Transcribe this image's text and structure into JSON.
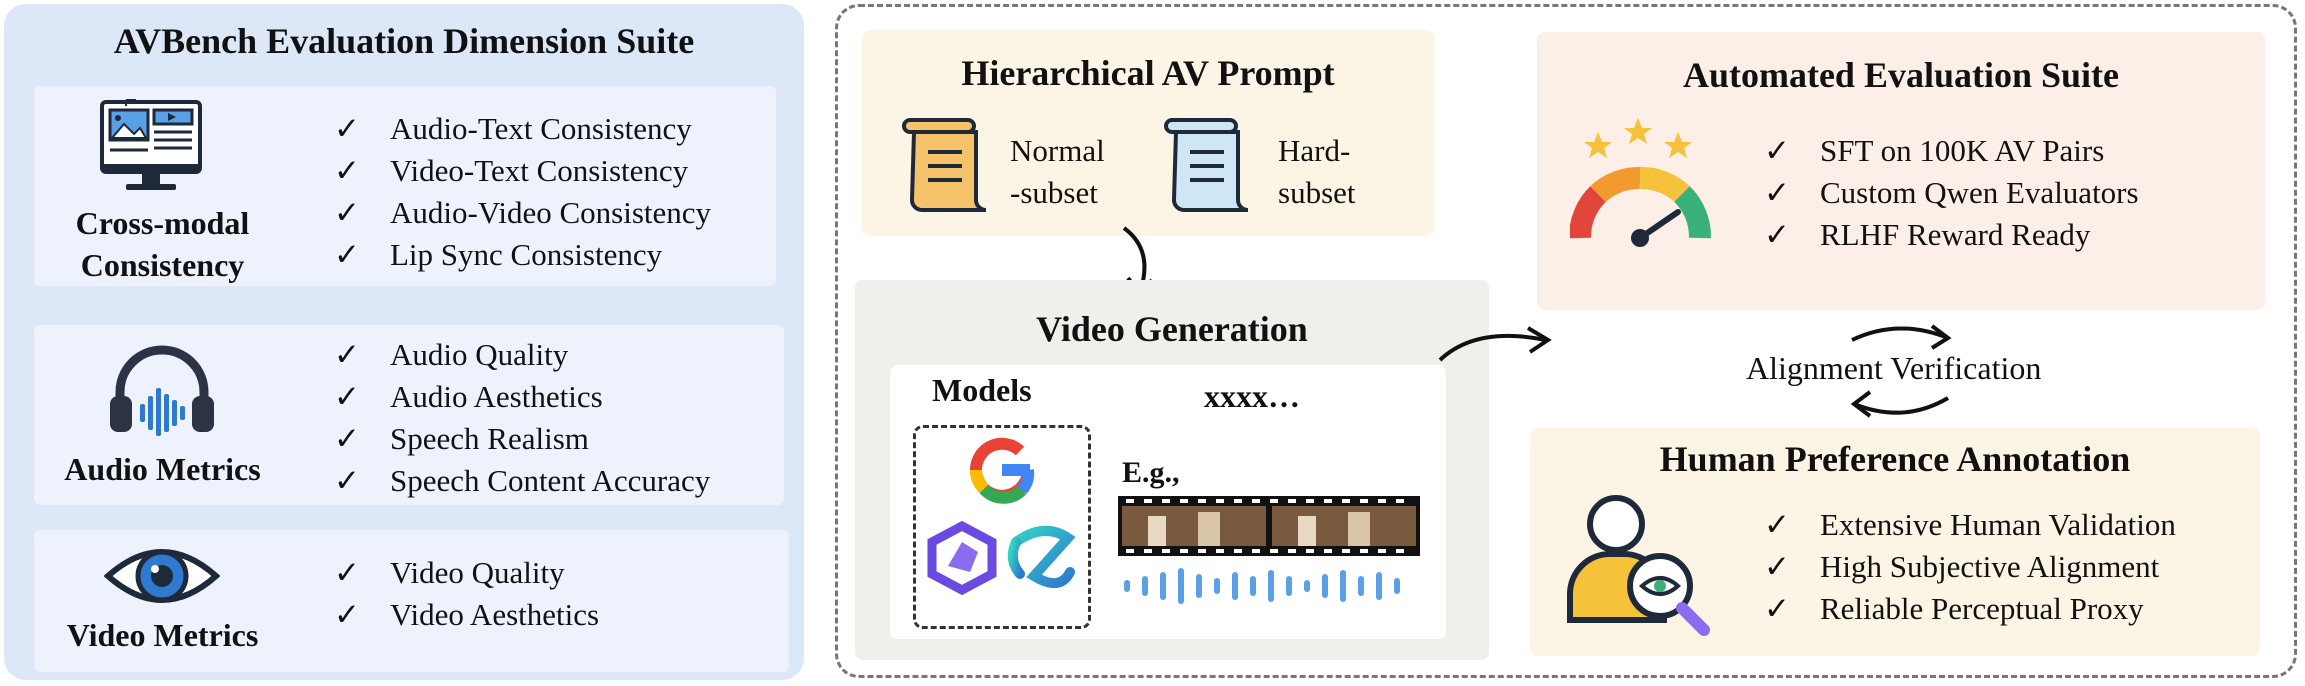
{
  "left_panel": {
    "title": "AVBench Evaluation Dimension Suite",
    "cross_modal": {
      "label_line1": "Cross-modal",
      "label_line2": "Consistency",
      "items": [
        "Audio-Text Consistency",
        "Video-Text Consistency",
        "Audio-Video Consistency",
        "Lip Sync Consistency"
      ]
    },
    "audio": {
      "label": "Audio Metrics",
      "items": [
        "Audio Quality",
        "Audio Aesthetics",
        "Speech Realism",
        "Speech Content Accuracy"
      ]
    },
    "video": {
      "label": "Video Metrics",
      "items": [
        "Video Quality",
        "Video Aesthetics"
      ]
    },
    "check": "✓"
  },
  "prompt_box": {
    "title": "Hierarchical AV Prompt",
    "normal_line1": "Normal",
    "normal_line2": "-subset",
    "hard_line1": "Hard-",
    "hard_line2": "subset"
  },
  "generation_box": {
    "title": "Video Generation",
    "models_label": "Models",
    "placeholder": "xxxx…",
    "example_label": "E.g.,"
  },
  "auto_eval_box": {
    "title": "Automated Evaluation Suite",
    "items": [
      "SFT on 100K AV Pairs",
      "Custom Qwen Evaluators",
      "RLHF Reward Ready"
    ]
  },
  "alignment": {
    "label": "Alignment Verification"
  },
  "human_box": {
    "title": "Human Preference Annotation",
    "items": [
      "Extensive Human Validation",
      "High Subjective Alignment",
      "Reliable Perceptual Proxy"
    ]
  },
  "colors": {
    "left_panel_bg": "#dce7f8",
    "card_bg": "#edf2fc",
    "eval_bg": "#fcefe8",
    "prompt_bg": "#fcf4e4",
    "gen_bg": "#eef0ec",
    "accent_blue": "#2f7ad0"
  }
}
